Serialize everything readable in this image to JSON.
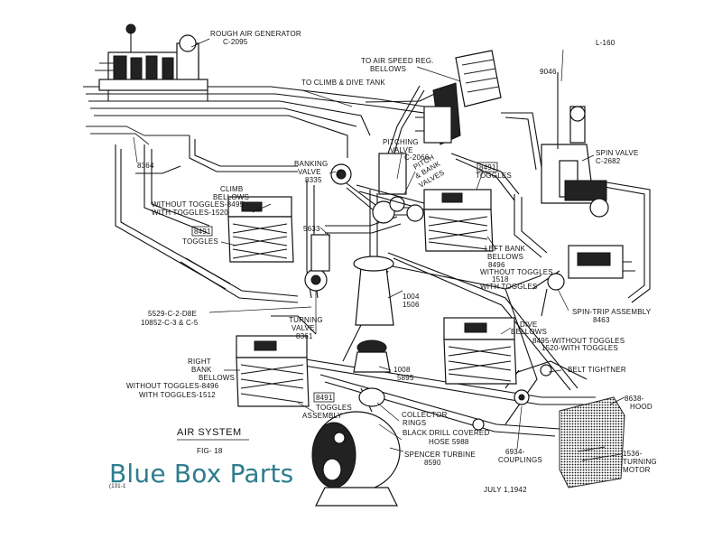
{
  "labels": {
    "rough_air_generator": "ROUGH AIR GENERATOR",
    "rough_air_generator_no": "C-2095",
    "to_air_speed_reg": "TO AIR SPEED REG.",
    "bellows": "BELLOWS",
    "to_climb_dive_tank": "TO CLIMB & DIVE TANK",
    "drawing_no": "L-160",
    "part_9046": "9046",
    "spin_valve": "SPIN VALVE",
    "spin_valve_no": "C-2682",
    "part_8364": "8364",
    "pitching_valve": "PITCHING",
    "pitching_valve_2": "VALVE",
    "pitching_valve_no": "C-2066",
    "banking_valve": "BANKING",
    "banking_valve_2": "VALVE",
    "banking_valve_no": "8335",
    "pitch_label": "PITCH",
    "bank_label": "& BANK",
    "valves_label": "VALVES",
    "toggles_8491_a": "8491",
    "toggles_word_a": "TOGGLES",
    "climb_bellows": "CLIMB",
    "climb_bellows_2": "BELLOWS",
    "climb_without": "WITHOUT TOGGLES-8495",
    "climb_with": "WITH TOGGLES-1520",
    "toggles_8491_b": "8491",
    "toggles_word_b": "TOGGLES",
    "part_5633": "5633",
    "left_bank": "LEFT BANK",
    "left_bank_2": "BELLOWS",
    "left_bank_no": "8496",
    "left_without": "WITHOUT TOGGLES",
    "left_1518": "1518",
    "left_with": "WITH TOGGLES",
    "spin_trip": "SPIN-TRIP ASSEMBLY",
    "spin_trip_no": "8463",
    "part_1004": "1004",
    "part_1506": "1506",
    "part_5529": "5529-C-2-D8E",
    "part_10852": "10852-C-3 & C-5",
    "turning_valve": "TURNING",
    "turning_valve_2": "VALVE",
    "turning_valve_no": "8361",
    "dive_bellows": "DIVE",
    "dive_bellows_2": "BELLOWS",
    "dive_without": "8495-WITHOUT TOGGLES",
    "dive_with": "1520-WITH TOGGLES",
    "right_bank": "RIGHT",
    "right_bank_2": "BANK",
    "right_bank_3": "BELLOWS",
    "right_without": "WITHOUT TOGGLES-8496",
    "right_with": "WITH TOGGLES-1512",
    "part_1008": "1008",
    "part_5895": "5895",
    "belt_tightner": "BELT TIGHTNER",
    "hood_no": "8638-",
    "hood": "HOOD",
    "toggles_8491_c": "8491",
    "toggles_assembly": "TOGGLES",
    "toggles_assembly_2": "ASSEMBLY",
    "collector_rings": "COLLECTOR",
    "collector_rings_2": "RINGS",
    "hose": "BLACK DRILL COVERED",
    "hose_2": "HOSE 5988",
    "spencer_turbine": "SPENCER TURBINE",
    "spencer_turbine_no": "8590",
    "couplings_no": "6934-",
    "couplings": "COUPLINGS",
    "turning_motor_no": "1536-",
    "turning_motor": "TURNING",
    "turning_motor_2": "MOTOR",
    "title": "AIR SYSTEM",
    "fig": "FIG- 18",
    "date": "JULY 1,1942",
    "small_code": "(131-1"
  },
  "watermark": "Blue Box Parts",
  "colors": {
    "ink": "#111111",
    "paper": "#ffffff",
    "watermark": "#2d7d8e"
  }
}
